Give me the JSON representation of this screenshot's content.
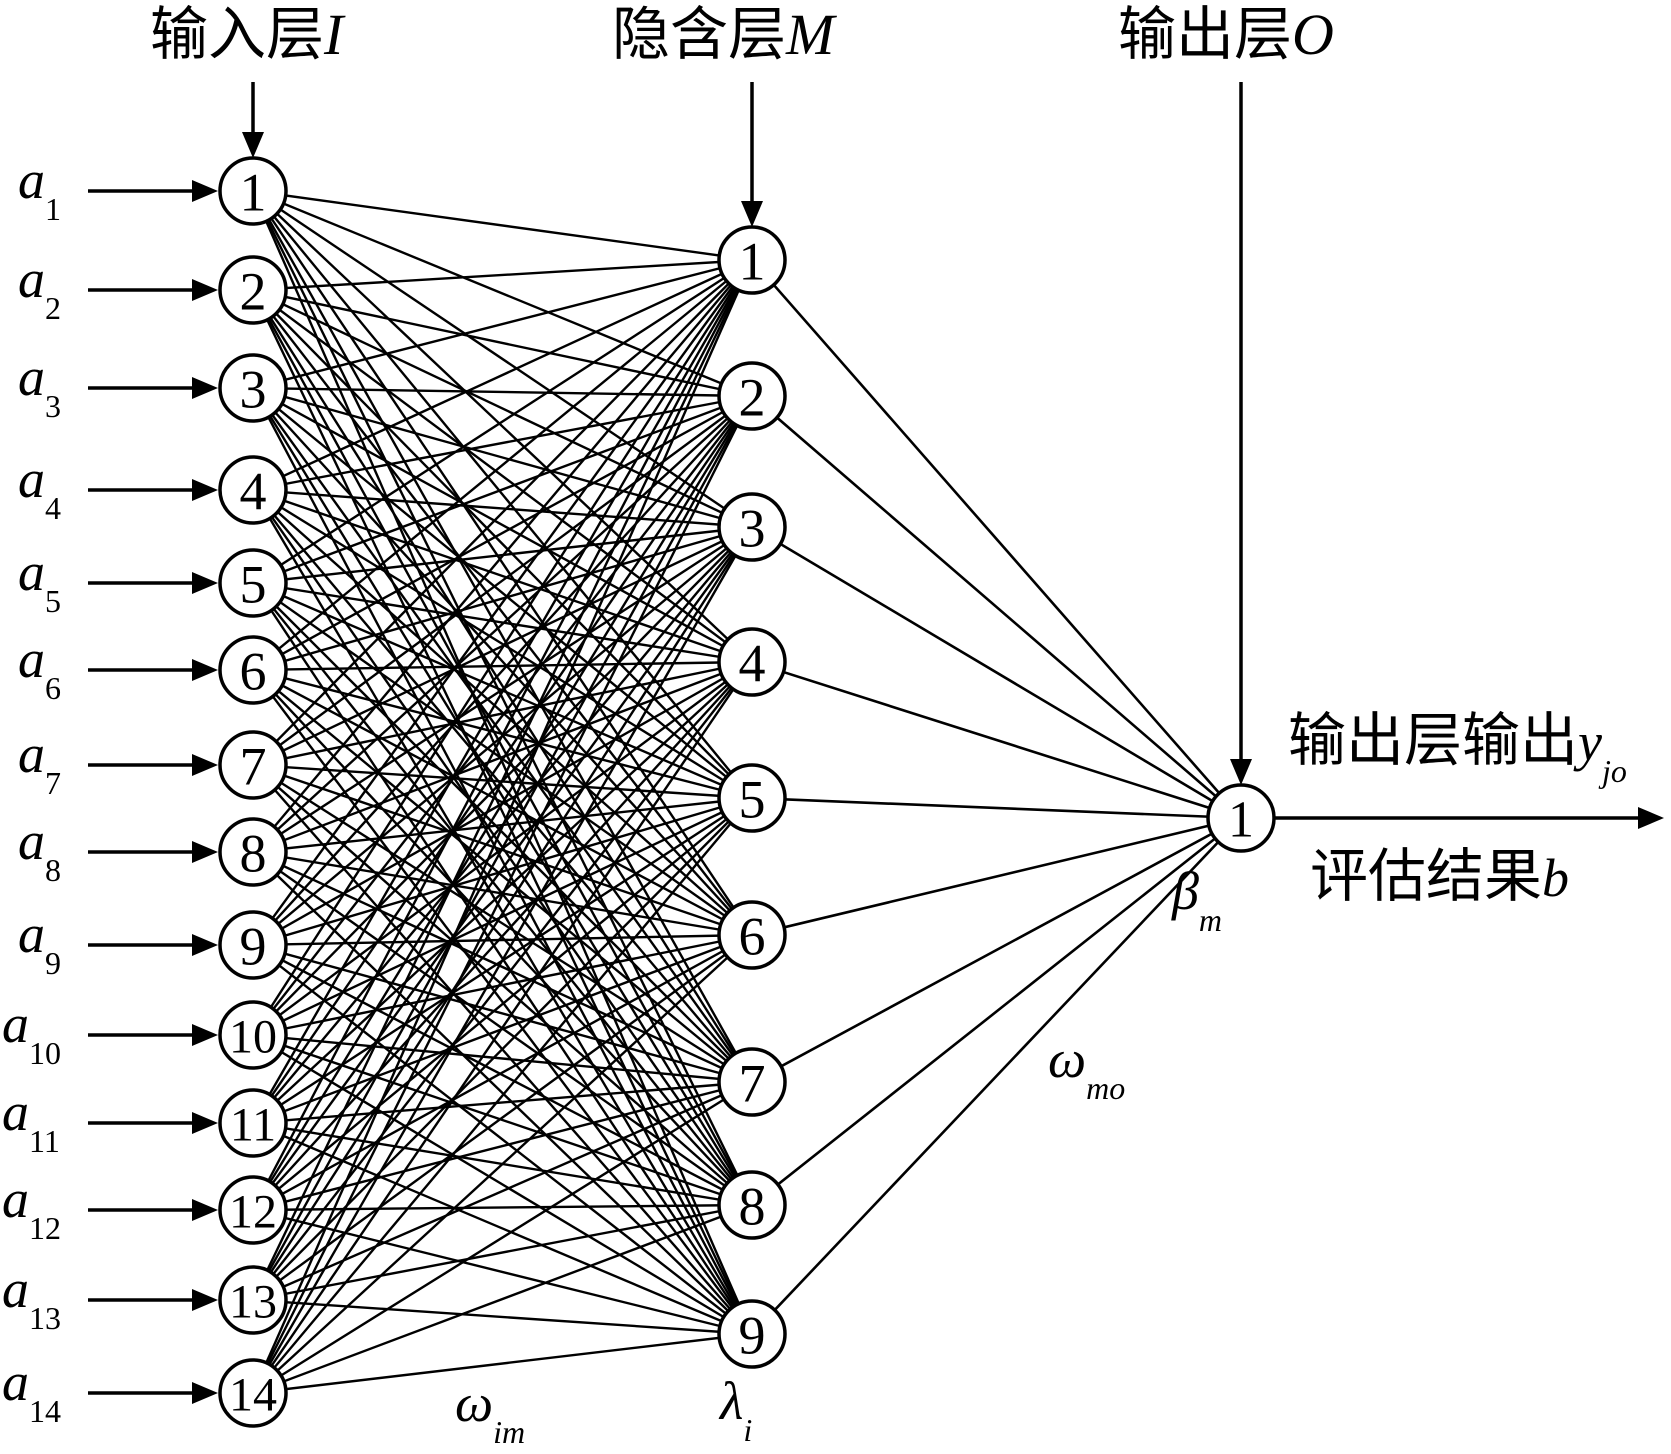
{
  "layers": {
    "input": {
      "title": "输入层",
      "symbol": "I"
    },
    "hidden": {
      "title": "隐含层",
      "symbol": "M"
    },
    "output": {
      "title": "输出层",
      "symbol": "O"
    }
  },
  "inputs": {
    "variable": "a",
    "indices": [
      "1",
      "2",
      "3",
      "4",
      "5",
      "6",
      "7",
      "8",
      "9",
      "10",
      "11",
      "12",
      "13",
      "14"
    ]
  },
  "input_nodes": [
    "1",
    "2",
    "3",
    "4",
    "5",
    "6",
    "7",
    "8",
    "9",
    "10",
    "11",
    "12",
    "13",
    "14"
  ],
  "hidden_nodes": [
    "1",
    "2",
    "3",
    "4",
    "5",
    "6",
    "7",
    "8",
    "9"
  ],
  "output_nodes": [
    "1"
  ],
  "output_text": {
    "line1": "输出层输出",
    "y_var": "y",
    "y_sub": "jo",
    "line2": "评估结果",
    "b_var": "b"
  },
  "weights": {
    "input_hidden": {
      "symbol": "ω",
      "sub": "im"
    },
    "hidden_output": {
      "symbol": "ω",
      "sub": "mo"
    }
  },
  "thresholds": {
    "hidden": {
      "symbol": "λ",
      "sub": "i"
    },
    "output": {
      "symbol": "β",
      "sub": "m"
    }
  },
  "colors": {
    "stroke": "#000000",
    "background": "#ffffff"
  }
}
